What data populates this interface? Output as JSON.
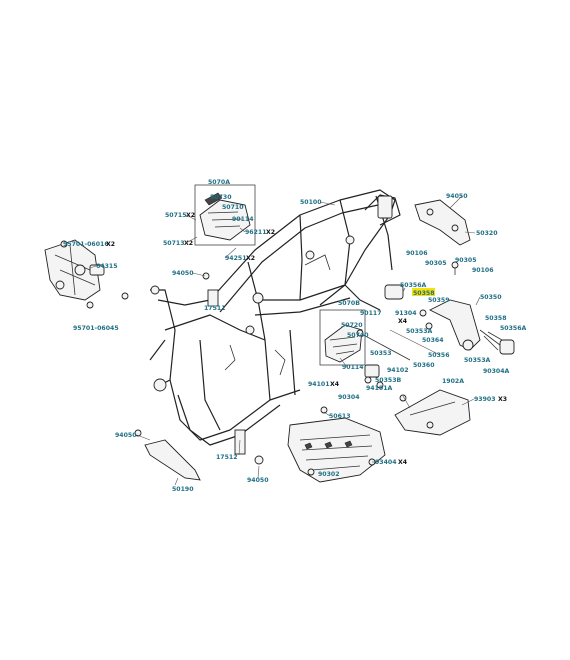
{
  "diagram": {
    "callouts": [
      {
        "id": "c1",
        "part": "5070A",
        "qty": ""
      },
      {
        "id": "c2",
        "part": "50730",
        "qty": ""
      },
      {
        "id": "c3",
        "part": "50710",
        "qty": ""
      },
      {
        "id": "c4",
        "part": "50715",
        "qty": "X2"
      },
      {
        "id": "c5",
        "part": "90114",
        "qty": ""
      },
      {
        "id": "c6",
        "part": "50713",
        "qty": "X2"
      },
      {
        "id": "c7",
        "part": "96211",
        "qty": "X2"
      },
      {
        "id": "c8",
        "part": "94251",
        "qty": "X2"
      },
      {
        "id": "c9",
        "part": "50100",
        "qty": ""
      },
      {
        "id": "c10",
        "part": "94050",
        "qty": ""
      },
      {
        "id": "c11",
        "part": "50320",
        "qty": ""
      },
      {
        "id": "c12",
        "part": "95701-06016",
        "qty": "X2"
      },
      {
        "id": "c13",
        "part": "64315",
        "qty": ""
      },
      {
        "id": "c14",
        "part": "94050",
        "qty": ""
      },
      {
        "id": "c15",
        "part": "17511",
        "qty": ""
      },
      {
        "id": "c16",
        "part": "95701-06045",
        "qty": ""
      },
      {
        "id": "c17",
        "part": "90106",
        "qty": ""
      },
      {
        "id": "c18",
        "part": "90305",
        "qty": ""
      },
      {
        "id": "c19",
        "part": "90305",
        "qty": ""
      },
      {
        "id": "c20",
        "part": "90106",
        "qty": ""
      },
      {
        "id": "c21",
        "part": "50356A",
        "qty": ""
      },
      {
        "id": "c22",
        "part": "50358",
        "qty": ""
      },
      {
        "id": "c23",
        "part": "50359",
        "qty": ""
      },
      {
        "id": "c24",
        "part": "50350",
        "qty": ""
      },
      {
        "id": "c25",
        "part": "5070B",
        "qty": ""
      },
      {
        "id": "c26",
        "part": "90117",
        "qty": ""
      },
      {
        "id": "c27",
        "part": "91304",
        "qty": ""
      },
      {
        "id": "c28",
        "part": "X4",
        "qty": ""
      },
      {
        "id": "c29",
        "part": "50358",
        "qty": ""
      },
      {
        "id": "c30",
        "part": "50356A",
        "qty": ""
      },
      {
        "id": "c31",
        "part": "50720",
        "qty": ""
      },
      {
        "id": "c32",
        "part": "50740",
        "qty": ""
      },
      {
        "id": "c33",
        "part": "50353A",
        "qty": ""
      },
      {
        "id": "c34",
        "part": "50364",
        "qty": ""
      },
      {
        "id": "c35",
        "part": "50353",
        "qty": ""
      },
      {
        "id": "c36",
        "part": "50356",
        "qty": ""
      },
      {
        "id": "c37",
        "part": "50353A",
        "qty": ""
      },
      {
        "id": "c38",
        "part": "90114",
        "qty": ""
      },
      {
        "id": "c39",
        "part": "94102",
        "qty": ""
      },
      {
        "id": "c40",
        "part": "50360",
        "qty": ""
      },
      {
        "id": "c41",
        "part": "90304A",
        "qty": ""
      },
      {
        "id": "c42",
        "part": "50353B",
        "qty": ""
      },
      {
        "id": "c43",
        "part": "94101",
        "qty": "X4"
      },
      {
        "id": "c44",
        "part": "94101A",
        "qty": ""
      },
      {
        "id": "c45",
        "part": "1902A",
        "qty": ""
      },
      {
        "id": "c46",
        "part": "90304",
        "qty": ""
      },
      {
        "id": "c47",
        "part": "93903",
        "qty": "X3"
      },
      {
        "id": "c48",
        "part": "50613",
        "qty": ""
      },
      {
        "id": "c49",
        "part": "94050",
        "qty": ""
      },
      {
        "id": "c50",
        "part": "17512",
        "qty": ""
      },
      {
        "id": "c51",
        "part": "93404",
        "qty": "X4"
      },
      {
        "id": "c52",
        "part": "90302",
        "qty": ""
      },
      {
        "id": "c53",
        "part": "94050",
        "qty": ""
      },
      {
        "id": "c54",
        "part": "50190",
        "qty": ""
      }
    ],
    "highlight_color": "#f6e20a",
    "label_color": "#1f6f85"
  }
}
